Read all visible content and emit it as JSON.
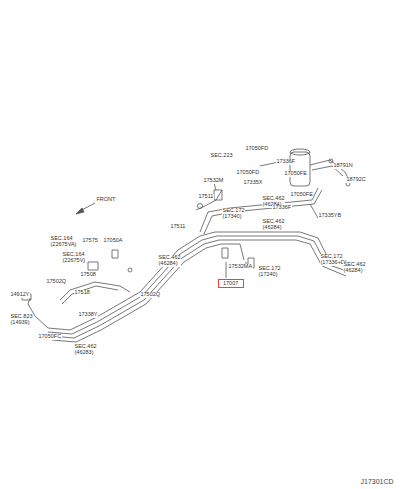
{
  "diagram": {
    "nodes": [
      {
        "text": [
          "17007"
        ]
      }
    ],
    "labels": [
      "17050FD",
      "SEC.223",
      "17336F",
      "17050FD",
      "17050FE",
      "18791N",
      "18792C",
      "17532M",
      "17335X",
      "17511",
      "SEC.172 (17340)",
      "SEC.462 (46284)",
      "17050FE",
      "17336F",
      "17335YB",
      "17511",
      "SEC.462 (46284)",
      "17532MA",
      "SEC.172 (17240)",
      "SEC.172 (17336+D)",
      "SEC.462 (46284)",
      "SEC.164 (22675VA)",
      "17575",
      "17050A",
      "SEC.164 (22675V)",
      "17508",
      "SEC.462 (46284)",
      "17502Q",
      "17518",
      "17502Q",
      "14912Y",
      "SEC.823 (14939)",
      "17050FC",
      "17338Y",
      "SEC.462 (46283)",
      "FRONT",
      "J17301CD"
    ]
  }
}
